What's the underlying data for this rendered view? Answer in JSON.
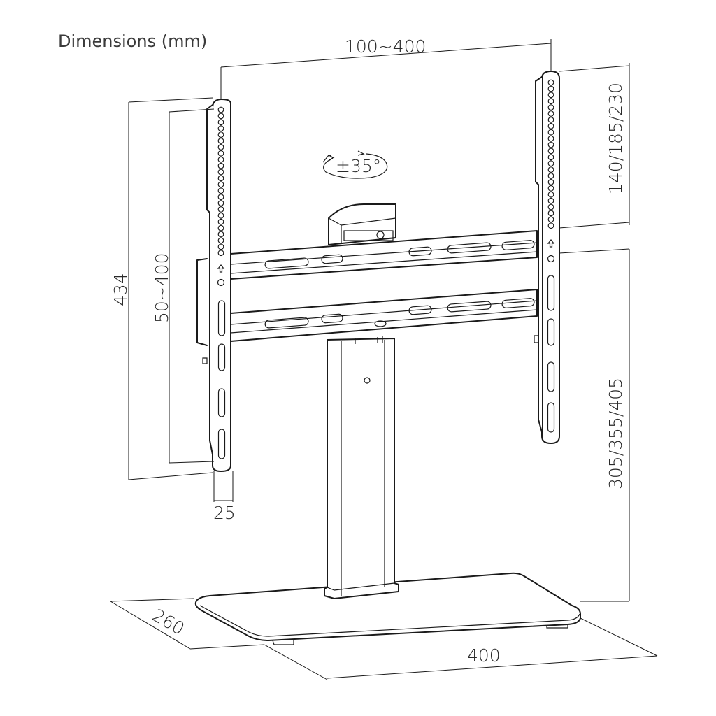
{
  "title": "Dimensions (mm)",
  "rotation_label": "±35°",
  "dimensions": {
    "vesa_width": "100~400",
    "vesa_height": "50~400",
    "total_height": "434",
    "top_offset": "140/185/230",
    "mount_height": "305/355/405",
    "bracket_depth": "25",
    "base_width": "400",
    "base_depth": "260"
  },
  "colors": {
    "line": "#1a1a1a",
    "text": "#2a2a2a",
    "background": "#ffffff"
  }
}
